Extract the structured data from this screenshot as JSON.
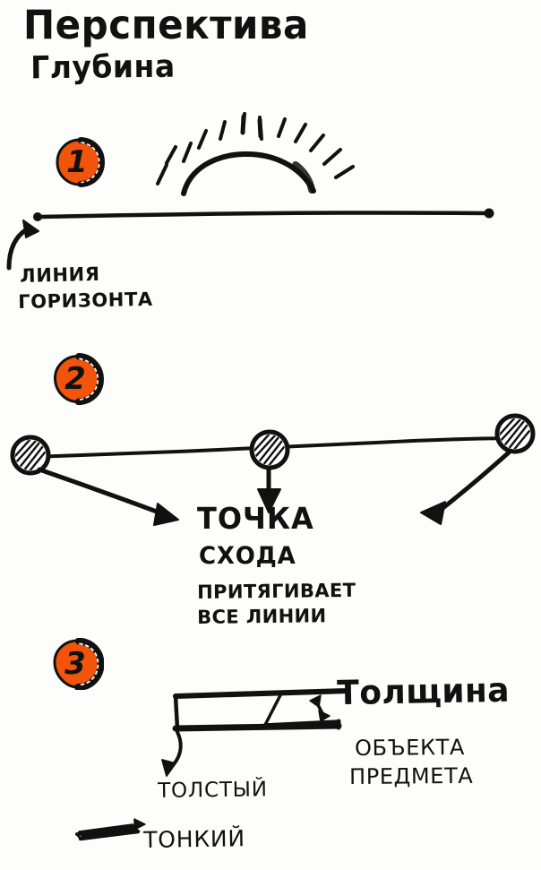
{
  "page": {
    "title_main": "Перспектива",
    "title_sub": "Глубина",
    "background_color": "#fdfdfc",
    "ink_color": "#111111",
    "accent_color": "#f2540b"
  },
  "sections": [
    {
      "badge": "1",
      "badge_name": "step-1",
      "drawing": "sun-arc-over-horizon-line",
      "labels": {
        "line1": "ЛИНИЯ",
        "line2": "ГОРИЗОНТА"
      }
    },
    {
      "badge": "2",
      "badge_name": "step-2",
      "drawing": "three-hatched-circles-on-horizon-with-converging-arrows",
      "labels": {
        "heading1": "ТОЧКА",
        "heading2": "СХОДА",
        "body1": "ПРИТЯГИВАЕТ",
        "body2": "ВСЕ ЛИНИИ"
      }
    },
    {
      "badge": "3",
      "badge_name": "step-3",
      "drawing": "thick-slab-and-thin-slab-with-thickness-arrow",
      "labels": {
        "heading": "Толщина",
        "sub1": "ОБЪЕКТА",
        "sub2": "ПРЕДМЕТА",
        "thick": "ТОЛСТЫЙ",
        "thin": "ТОНКИЙ"
      }
    }
  ]
}
